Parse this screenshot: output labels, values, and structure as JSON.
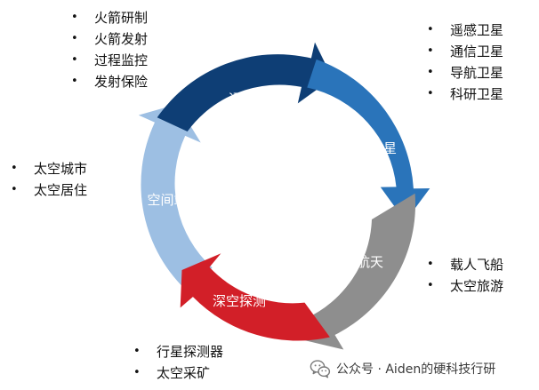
{
  "diagram": {
    "segments": [
      {
        "id": "rocket",
        "label": "运载火箭",
        "color": "#0e3e75"
      },
      {
        "id": "satellite",
        "label": "人造卫星",
        "color": "#2a74ba"
      },
      {
        "id": "manned",
        "label": "载人航天",
        "color": "#8e8e8e"
      },
      {
        "id": "deep",
        "label": "深空探测",
        "color": "#d21f28"
      },
      {
        "id": "station",
        "label": "空间站",
        "color": "#9dbfe3"
      }
    ],
    "lists": {
      "rocket": [
        "火箭研制",
        "火箭发射",
        "过程监控",
        "发射保险"
      ],
      "satellite": [
        "遥感卫星",
        "通信卫星",
        "导航卫星",
        "科研卫星"
      ],
      "station": [
        "太空城市",
        "太空居住"
      ],
      "manned": [
        "载人飞船",
        "太空旅游"
      ],
      "deep": [
        "行星探测器",
        "太空采矿"
      ]
    }
  },
  "watermark": {
    "text": "公众号 · Aiden的硬科技行研",
    "icon": "wechat-icon"
  }
}
